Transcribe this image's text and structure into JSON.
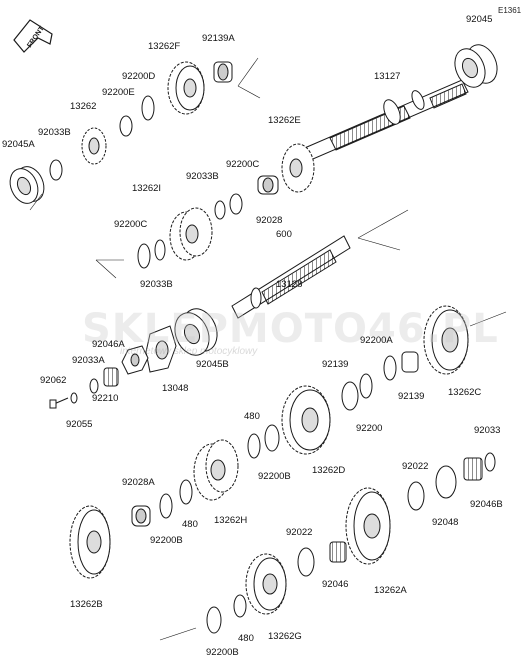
{
  "diagram_id": "E1361",
  "front_arrow_text": "FRONT",
  "watermark": {
    "main": "SKLEPMOTO46.PL",
    "sub": "internetowy sklep motocyklowy"
  },
  "colors": {
    "line": "#1a1a1a",
    "part_fill": "#ffffff",
    "shade": "#bdbdbd",
    "watermark_red": "#e57373"
  },
  "labels": [
    "92045",
    "13127",
    "92139A",
    "13262F",
    "92200D",
    "92200E",
    "13262",
    "92033B",
    "92045A",
    "13262E",
    "92200C",
    "92033B",
    "13262I",
    "92028",
    "92200C",
    "600",
    "92033B",
    "13128",
    "92046A",
    "92033A",
    "92062",
    "92055",
    "92210",
    "13048",
    "92045B",
    "92200A",
    "92139",
    "92139",
    "92200",
    "13262C",
    "480",
    "92200B",
    "13262D",
    "92033",
    "92022",
    "92028A",
    "92200B",
    "480",
    "13262H",
    "92048",
    "92046B",
    "92022",
    "92046",
    "13262A",
    "13262B",
    "92200B",
    "480",
    "13262G"
  ]
}
